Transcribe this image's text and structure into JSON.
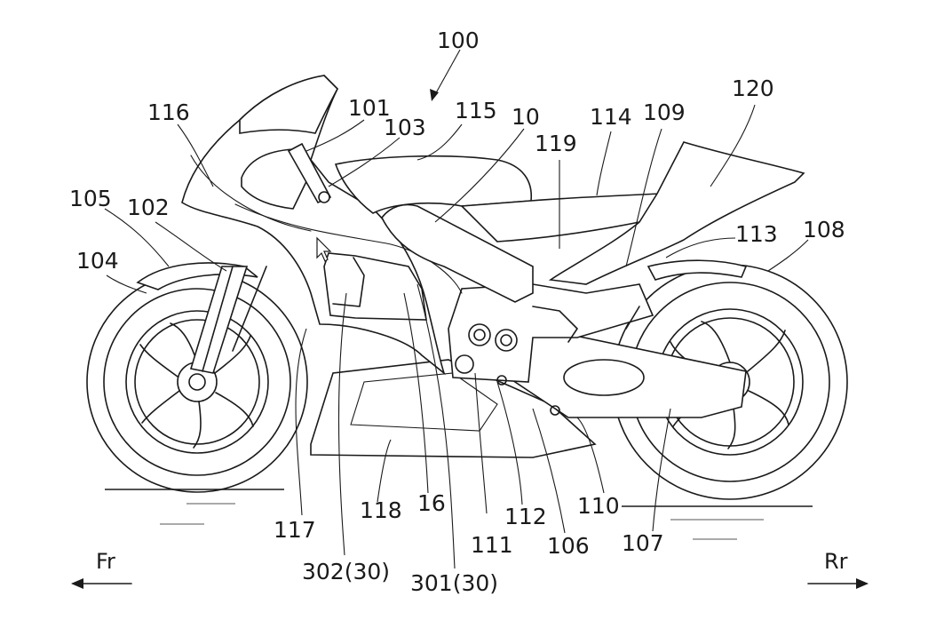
{
  "figure": {
    "labels": [
      {
        "id": "l100",
        "text": "100"
      },
      {
        "id": "l116",
        "text": "116"
      },
      {
        "id": "l101",
        "text": "101"
      },
      {
        "id": "l103",
        "text": "103"
      },
      {
        "id": "l115",
        "text": "115"
      },
      {
        "id": "l10",
        "text": "10"
      },
      {
        "id": "l119",
        "text": "119"
      },
      {
        "id": "l114",
        "text": "114"
      },
      {
        "id": "l109",
        "text": "109"
      },
      {
        "id": "l120",
        "text": "120"
      },
      {
        "id": "l105",
        "text": "105"
      },
      {
        "id": "l102",
        "text": "102"
      },
      {
        "id": "l104",
        "text": "104"
      },
      {
        "id": "l113",
        "text": "113"
      },
      {
        "id": "l108",
        "text": "108"
      },
      {
        "id": "l117",
        "text": "117"
      },
      {
        "id": "l302",
        "text": "302(30)"
      },
      {
        "id": "l118",
        "text": "118"
      },
      {
        "id": "l16",
        "text": "16"
      },
      {
        "id": "l301",
        "text": "301(30)"
      },
      {
        "id": "l111",
        "text": "111"
      },
      {
        "id": "l112",
        "text": "112"
      },
      {
        "id": "l106",
        "text": "106"
      },
      {
        "id": "l110",
        "text": "110"
      },
      {
        "id": "l107",
        "text": "107"
      }
    ],
    "directions": {
      "front": "Fr",
      "rear": "Rr"
    }
  }
}
